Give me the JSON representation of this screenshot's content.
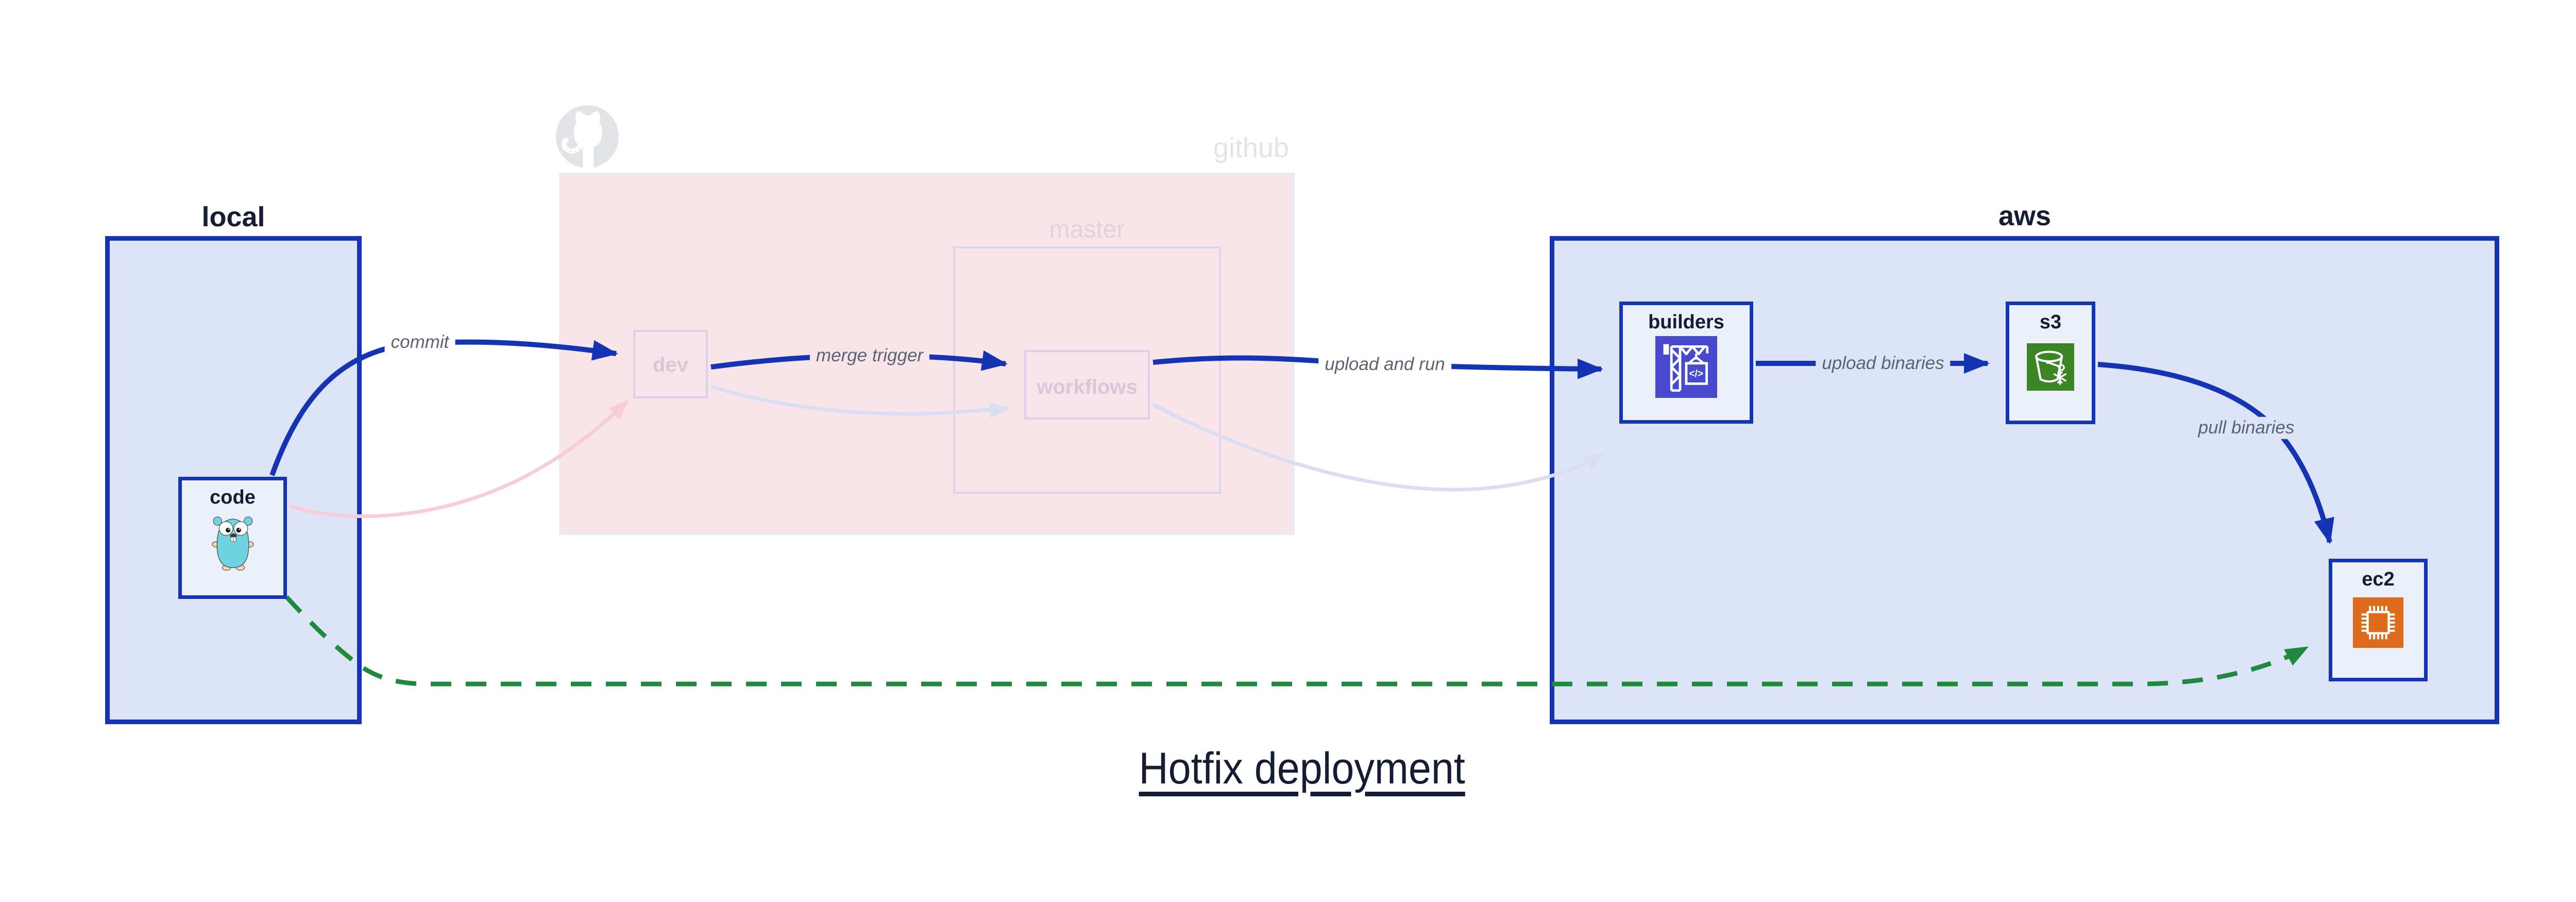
{
  "title": {
    "text": "Hotfix deployment"
  },
  "groups": {
    "local": {
      "label": "local"
    },
    "github": {
      "label": "github",
      "master_label": "master"
    },
    "aws": {
      "label": "aws"
    }
  },
  "nodes": {
    "code": {
      "label": "code"
    },
    "dev": {
      "label": "dev"
    },
    "workflows": {
      "label": "workflows"
    },
    "builders": {
      "label": "builders"
    },
    "s3": {
      "label": "s3"
    },
    "ec2": {
      "label": "ec2"
    }
  },
  "edges": {
    "commit": {
      "label": "commit"
    },
    "merge_trigger": {
      "label": "merge trigger"
    },
    "upload_and_run": {
      "label": "upload and run"
    },
    "upload_binaries": {
      "label": "upload binaries"
    },
    "pull_binaries": {
      "label": "pull binaries"
    }
  },
  "icons": {
    "code": "gopher-icon",
    "github": "github-octocat-icon",
    "builders": "codebuild-crane-icon",
    "s3": "s3-glacier-bucket-icon",
    "ec2": "ec2-chip-icon"
  },
  "colors": {
    "accent_blue": "#1434b3",
    "group_fill_blue": "#dee4f8",
    "node_fill": "#ecf0fb",
    "github_pink": "#f9e4ea",
    "faded_border": "#d8d2e8",
    "faded_text": "#d7c8d8",
    "github_text": "#e3e4e6",
    "edge_label_gray": "#5a6474",
    "hotfix_green": "#1f8a3e",
    "faded_pink_arrow": "#f6cdd9",
    "faded_lavender_arrow": "#dadef2",
    "codebuild_indigo": "#4749ce",
    "s3_green": "#3c8525",
    "ec2_orange": "#dd6b1c",
    "gopher_teal": "#6fd3e0",
    "title_navy": "#151d35"
  }
}
